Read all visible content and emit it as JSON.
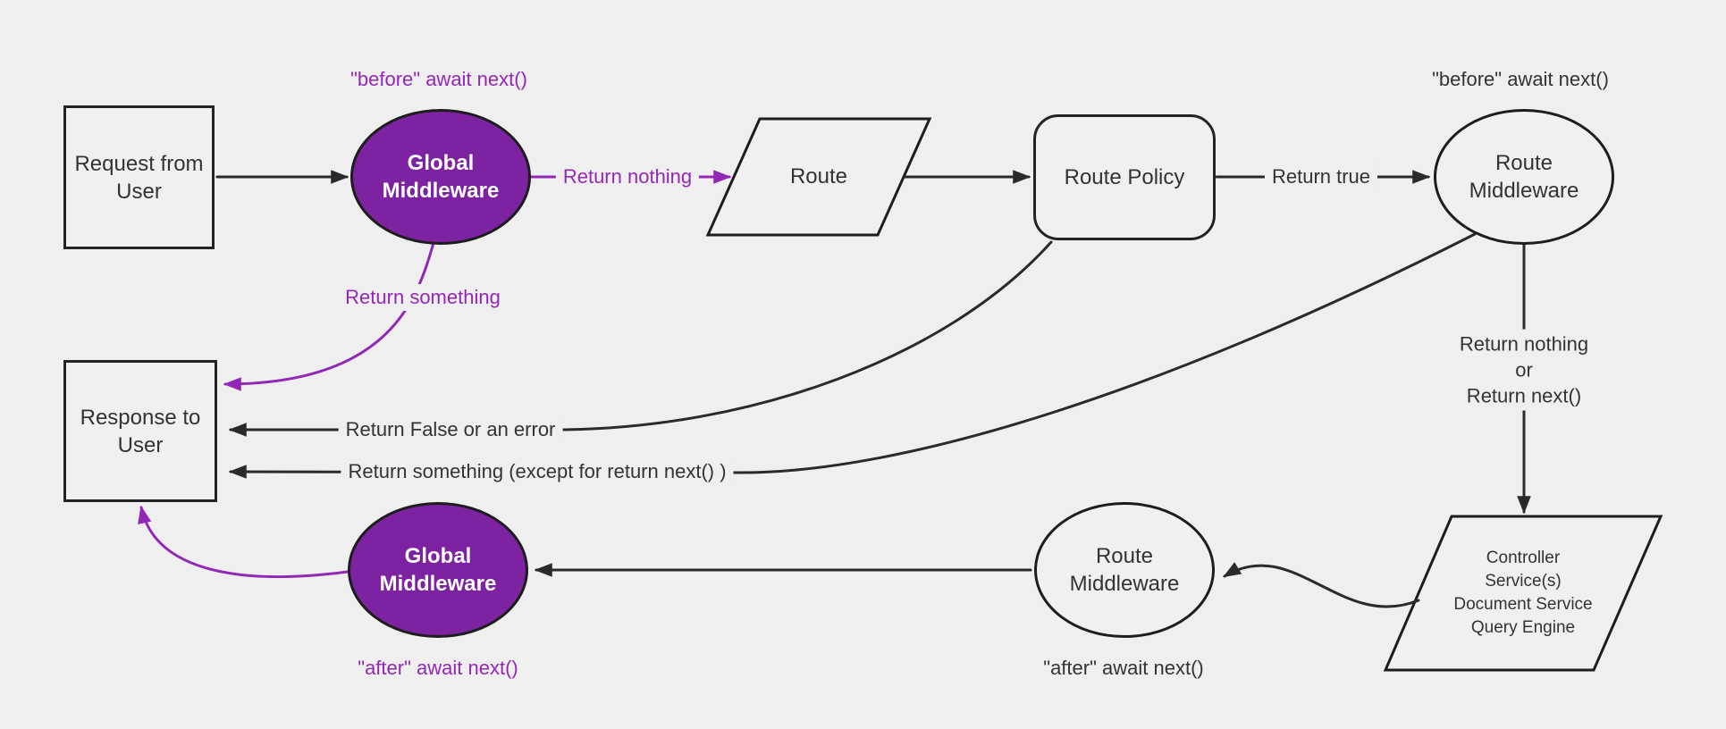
{
  "colors": {
    "background": "#efefef",
    "node_fill": "#f0f0f0",
    "purple_fill": "#7d22a1",
    "purple_accent": "#9328b6",
    "stroke_dark": "#2a2a2a"
  },
  "nodes": {
    "request": {
      "lines": [
        "Request from",
        "User"
      ]
    },
    "global_mw_top": {
      "lines": [
        "Global",
        "Middleware"
      ]
    },
    "route": {
      "label": "Route"
    },
    "route_policy": {
      "label": "Route Policy"
    },
    "route_mw_top": {
      "lines": [
        "Route",
        "Middleware"
      ]
    },
    "controller": {
      "lines": [
        "Controller",
        "Service(s)",
        "Document Service",
        "Query Engine"
      ]
    },
    "route_mw_bottom": {
      "lines": [
        "Route",
        "Middleware"
      ]
    },
    "global_mw_bottom": {
      "lines": [
        "Global",
        "Middleware"
      ]
    },
    "response": {
      "lines": [
        "Response to",
        "User"
      ]
    }
  },
  "labels": {
    "before_top": "\"before\" await next()",
    "before_right": "\"before\" await next()",
    "return_nothing": "Return nothing",
    "return_true": "Return true",
    "return_nothing_or": {
      "line1": "Return nothing",
      "line2": "or",
      "line3": "Return next()"
    },
    "return_something": "Return something",
    "return_false": "Return False or an error",
    "return_something_except": "Return something (except for return next() )",
    "after_bottom_left": "\"after\" await next()",
    "after_bottom_mid": "\"after\" await next()"
  }
}
